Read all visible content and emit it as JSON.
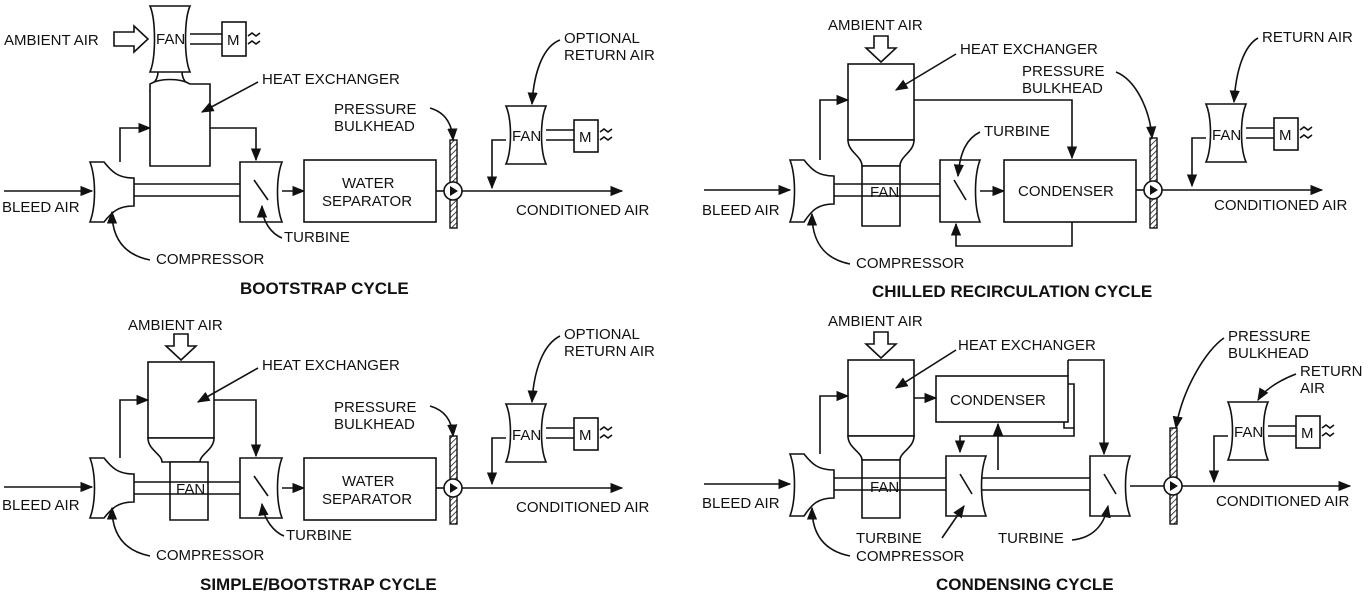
{
  "labels": {
    "ambient_air": "AMBIENT AIR",
    "fan": "FAN",
    "motor": "M",
    "heat_exchanger": "HEAT EXCHANGER",
    "optional_return_air_1": "OPTIONAL",
    "optional_return_air_2": "RETURN AIR",
    "return_air": "RETURN AIR",
    "return_1": "RETURN",
    "return_2": "AIR",
    "pressure": "PRESSURE",
    "bulkhead": "BULKHEAD",
    "water": "WATER",
    "separator": "SEPARATOR",
    "bleed_air": "BLEED AIR",
    "conditioned_air": "CONDITIONED AIR",
    "turbine": "TURBINE",
    "compressor": "COMPRESSOR",
    "condenser": "CONDENSER"
  },
  "captions": {
    "bootstrap": "BOOTSTRAP CYCLE",
    "chilled": "CHILLED RECIRCULATION CYCLE",
    "simple_bootstrap": "SIMPLE/BOOTSTRAP CYCLE",
    "condensing": "CONDENSING CYCLE"
  },
  "colors": {
    "ink": "#111111",
    "background": "#ffffff"
  }
}
